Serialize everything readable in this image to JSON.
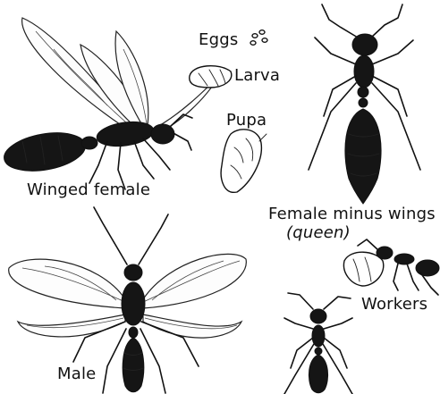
{
  "labels": {
    "eggs": "Eggs",
    "larva": "Larva",
    "pupa": "Pupa",
    "winged_female": "Winged female",
    "female_minus_wings": "Female minus wings",
    "queen": "(queen)",
    "workers": "Workers",
    "male": "Male"
  },
  "colors": {
    "ink": "#111111",
    "paper": "#ffffff"
  },
  "icons": [
    "winged-female-ant",
    "eggs",
    "larva",
    "pupa",
    "queen-ant",
    "male-ant",
    "worker-ant-carrying-larva",
    "worker-ant"
  ]
}
